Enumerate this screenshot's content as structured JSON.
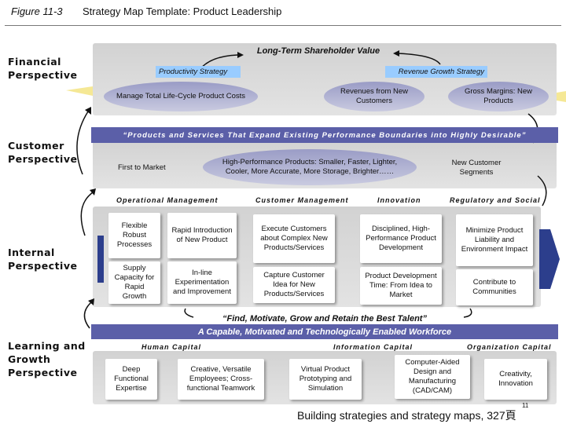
{
  "header": {
    "figure": "Figure 11-3",
    "title": "Strategy Map Template: Product Leadership"
  },
  "perspectives": {
    "financial": "Financial Perspective",
    "customer": "Customer Perspective",
    "internal": "Internal Perspective",
    "learning": "Learning and Growth Perspective"
  },
  "financial": {
    "shareholder": "Long-Term Shareholder Value",
    "productivity": "Productivity Strategy",
    "revenue_growth": "Revenue Growth Strategy",
    "manage_costs": "Manage Total Life-Cycle Product Costs",
    "new_customers": "Revenues from New Customers",
    "gross_margins": "Gross Margins: New Products"
  },
  "customer": {
    "value_prop": "“Products and Services That Expand Existing Performance Boundaries into Highly Desirable”",
    "first_to_market": "First to Market",
    "high_performance": "High-Performance Products: Smaller, Faster, Lighter, Cooler, More Accurate, More Storage, Brighter……",
    "new_segments": "New Customer Segments"
  },
  "internal": {
    "headers": [
      "Operational Management",
      "Customer Management",
      "Innovation",
      "Regulatory and Social"
    ],
    "boxes": [
      "Flexible Robust Processes",
      "Rapid Introduction of New Product",
      "Supply Capacity for Rapid Growth",
      "In-line Experimentation and Improvement",
      "Execute Customers about Complex New Products/Services",
      "Capture Customer Idea for New Products/Services",
      "Disciplined, High-Performance Product Development",
      "Product Development Time: From Idea to Market",
      "Minimize Product Liability and Environment Impact",
      "Contribute to Communities"
    ]
  },
  "learning": {
    "tagline": "“Find, Motivate, Grow and Retain the Best Talent”",
    "workforce": "A Capable, Motivated and Technologically Enabled Workforce",
    "headers": [
      "Human Capital",
      "Information Capital",
      "Organization Capital"
    ],
    "boxes": [
      "Deep Functional Expertise",
      "Creative, Versatile Employees; Cross-functional Teamwork",
      "Virtual Product Prototyping and Simulation",
      "Computer-Aided Design and Manufacturing (CAD/CAM)",
      "Creativity, Innovation"
    ]
  },
  "footer": {
    "page_number": "11",
    "caption": "Building strategies and strategy maps, 327頁"
  },
  "colors": {
    "oval": "#9a9cc6",
    "banner": "#5b5fa8",
    "tag": "#99ccff",
    "band": "#d9d9d9",
    "side_arrow": "#2c3e8c"
  }
}
